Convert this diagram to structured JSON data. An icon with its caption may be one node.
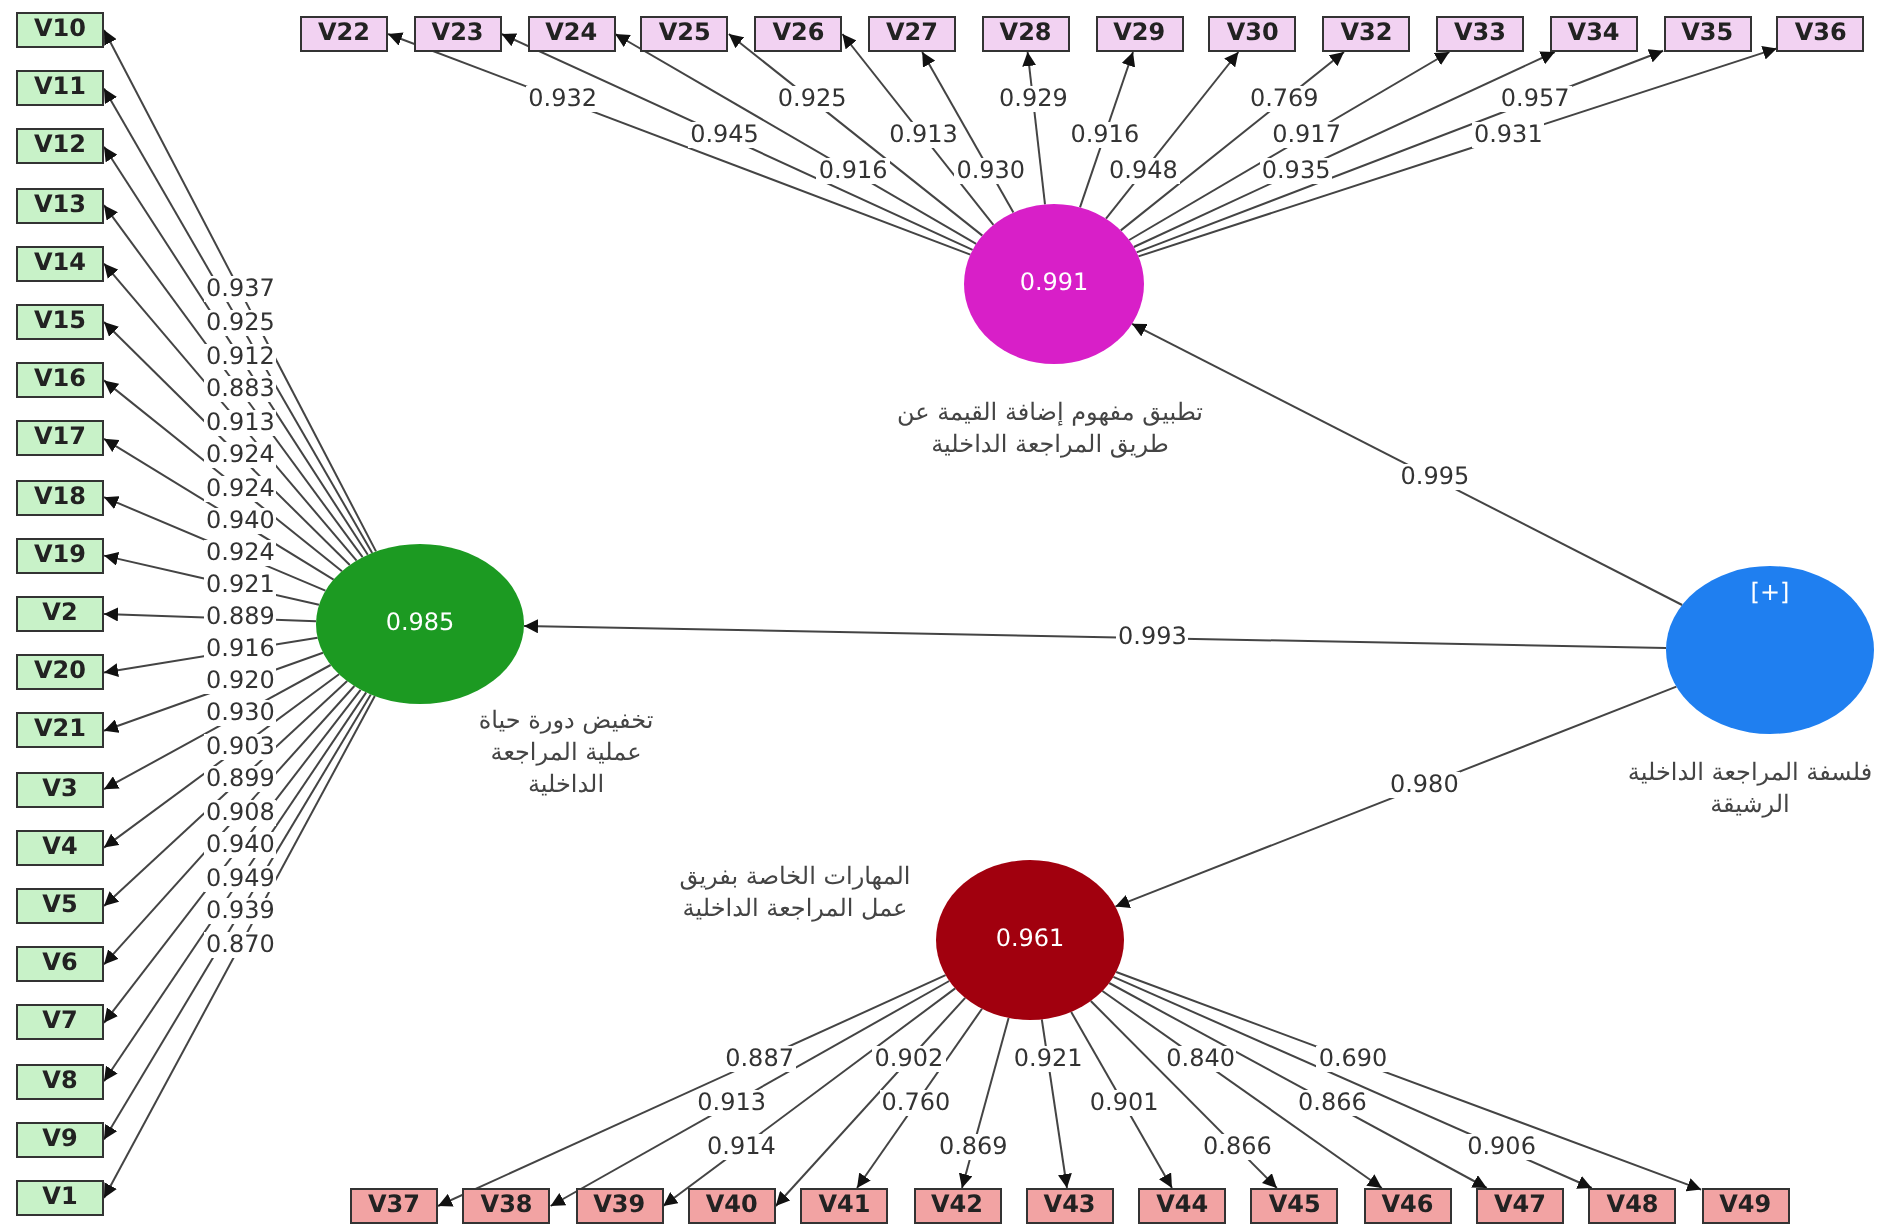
{
  "diagram": {
    "nodes": [
      {
        "text": [
          "0.991"
        ],
        "beside": [
          "تطبيق مفهوم إضافة القيمة عن طريق المراجعة الداخلية"
        ]
      },
      {
        "text": [
          "0.985"
        ],
        "beside": [
          "تخفيض دورة حياة عملية المراجعة الداخلية"
        ]
      },
      {
        "text": [
          "[+]"
        ],
        "beside": [
          "فلسفة المراجعة الداخلية الرشيقة"
        ]
      },
      {
        "text": [
          "0.961"
        ],
        "beside": [
          "المهارات الخاصة بفريق عمل المراجعة الداخلية"
        ]
      },
      {
        "text": [
          "V10"
        ]
      },
      {
        "text": [
          "V11"
        ]
      },
      {
        "text": [
          "V12"
        ]
      },
      {
        "text": [
          "V13"
        ]
      },
      {
        "text": [
          "V14"
        ]
      },
      {
        "text": [
          "V15"
        ]
      },
      {
        "text": [
          "V16"
        ]
      },
      {
        "text": [
          "V17"
        ]
      },
      {
        "text": [
          "V18"
        ]
      },
      {
        "text": [
          "V19"
        ]
      },
      {
        "text": [
          "V2"
        ]
      },
      {
        "text": [
          "V20"
        ]
      },
      {
        "text": [
          "V21"
        ]
      },
      {
        "text": [
          "V3"
        ]
      },
      {
        "text": [
          "V4"
        ]
      },
      {
        "text": [
          "V5"
        ]
      },
      {
        "text": [
          "V6"
        ]
      },
      {
        "text": [
          "V7"
        ]
      },
      {
        "text": [
          "V8"
        ]
      },
      {
        "text": [
          "V9"
        ]
      },
      {
        "text": [
          "V1"
        ]
      },
      {
        "text": [
          "V22"
        ]
      },
      {
        "text": [
          "V23"
        ]
      },
      {
        "text": [
          "V24"
        ]
      },
      {
        "text": [
          "V25"
        ]
      },
      {
        "text": [
          "V26"
        ]
      },
      {
        "text": [
          "V27"
        ]
      },
      {
        "text": [
          "V28"
        ]
      },
      {
        "text": [
          "V29"
        ]
      },
      {
        "text": [
          "V30"
        ]
      },
      {
        "text": [
          "V32"
        ]
      },
      {
        "text": [
          "V33"
        ]
      },
      {
        "text": [
          "V34"
        ]
      },
      {
        "text": [
          "V35"
        ]
      },
      {
        "text": [
          "V36"
        ]
      },
      {
        "text": [
          "V37"
        ]
      },
      {
        "text": [
          "V38"
        ]
      },
      {
        "text": [
          "V39"
        ]
      },
      {
        "text": [
          "V40"
        ]
      },
      {
        "text": [
          "V41"
        ]
      },
      {
        "text": [
          "V42"
        ]
      },
      {
        "text": [
          "V43"
        ]
      },
      {
        "text": [
          "V44"
        ]
      },
      {
        "text": [
          "V45"
        ]
      },
      {
        "text": [
          "V46"
        ]
      },
      {
        "text": [
          "V47"
        ]
      },
      {
        "text": [
          "V48"
        ]
      },
      {
        "text": [
          "V49"
        ]
      }
    ],
    "edges": [
      {
        "from": 2,
        "to": 0,
        "arrow": "to",
        "label": "0.995"
      },
      {
        "from": 2,
        "to": 1,
        "arrow": "to",
        "label": "0.993"
      },
      {
        "from": 2,
        "to": 3,
        "arrow": "to",
        "label": "0.980"
      },
      {
        "from": 1,
        "to": 4,
        "arrow": "to",
        "label": "0.937"
      },
      {
        "from": 1,
        "to": 5,
        "arrow": "to",
        "label": "0.925"
      },
      {
        "from": 1,
        "to": 6,
        "arrow": "to",
        "label": "0.912"
      },
      {
        "from": 1,
        "to": 7,
        "arrow": "to",
        "label": "0.883"
      },
      {
        "from": 1,
        "to": 8,
        "arrow": "to",
        "label": "0.913"
      },
      {
        "from": 1,
        "to": 9,
        "arrow": "to",
        "label": "0.924"
      },
      {
        "from": 1,
        "to": 10,
        "arrow": "to",
        "label": "0.924"
      },
      {
        "from": 1,
        "to": 11,
        "arrow": "to",
        "label": "0.940"
      },
      {
        "from": 1,
        "to": 12,
        "arrow": "to",
        "label": "0.924"
      },
      {
        "from": 1,
        "to": 13,
        "arrow": "to",
        "label": "0.921"
      },
      {
        "from": 1,
        "to": 14,
        "arrow": "to",
        "label": "0.889"
      },
      {
        "from": 1,
        "to": 15,
        "arrow": "to",
        "label": "0.916"
      },
      {
        "from": 1,
        "to": 16,
        "arrow": "to",
        "label": "0.920"
      },
      {
        "from": 1,
        "to": 17,
        "arrow": "to",
        "label": "0.930"
      },
      {
        "from": 1,
        "to": 18,
        "arrow": "to",
        "label": "0.903"
      },
      {
        "from": 1,
        "to": 19,
        "arrow": "to",
        "label": "0.899"
      },
      {
        "from": 1,
        "to": 20,
        "arrow": "to",
        "label": "0.908"
      },
      {
        "from": 1,
        "to": 21,
        "arrow": "to",
        "label": "0.940"
      },
      {
        "from": 1,
        "to": 22,
        "arrow": "to",
        "label": "0.949"
      },
      {
        "from": 1,
        "to": 23,
        "arrow": "to",
        "label": "0.939"
      },
      {
        "from": 1,
        "to": 24,
        "arrow": "to",
        "label": "0.870"
      },
      {
        "from": 0,
        "to": 25,
        "arrow": "to",
        "label": "0.932"
      },
      {
        "from": 0,
        "to": 26,
        "arrow": "to",
        "label": "0.945"
      },
      {
        "from": 0,
        "to": 27,
        "arrow": "to",
        "label": "0.916"
      },
      {
        "from": 0,
        "to": 28,
        "arrow": "to",
        "label": "0.925"
      },
      {
        "from": 0,
        "to": 29,
        "arrow": "to",
        "label": "0.913"
      },
      {
        "from": 0,
        "to": 30,
        "arrow": "to",
        "label": "0.930"
      },
      {
        "from": 0,
        "to": 31,
        "arrow": "to",
        "label": "0.929"
      },
      {
        "from": 0,
        "to": 32,
        "arrow": "to",
        "label": "0.916"
      },
      {
        "from": 0,
        "to": 33,
        "arrow": "to",
        "label": "0.948"
      },
      {
        "from": 0,
        "to": 34,
        "arrow": "to",
        "label": "0.769"
      },
      {
        "from": 0,
        "to": 35,
        "arrow": "to",
        "label": "0.917"
      },
      {
        "from": 0,
        "to": 36,
        "arrow": "to",
        "label": "0.935"
      },
      {
        "from": 0,
        "to": 37,
        "arrow": "to",
        "label": "0.957"
      },
      {
        "from": 0,
        "to": 38,
        "arrow": "to",
        "label": "0.931"
      },
      {
        "from": 3,
        "to": 39,
        "arrow": "to",
        "label": "0.887"
      },
      {
        "from": 3,
        "to": 40,
        "arrow": "to",
        "label": "0.913"
      },
      {
        "from": 3,
        "to": 41,
        "arrow": "to",
        "label": "0.914"
      },
      {
        "from": 3,
        "to": 42,
        "arrow": "to",
        "label": "0.902"
      },
      {
        "from": 3,
        "to": 43,
        "arrow": "to",
        "label": "0.760"
      },
      {
        "from": 3,
        "to": 44,
        "arrow": "to",
        "label": "0.869"
      },
      {
        "from": 3,
        "to": 45,
        "arrow": "to",
        "label": "0.921"
      },
      {
        "from": 3,
        "to": 46,
        "arrow": "to",
        "label": "0.901"
      },
      {
        "from": 3,
        "to": 47,
        "arrow": "to",
        "label": "0.866"
      },
      {
        "from": 3,
        "to": 48,
        "arrow": "to",
        "label": "0.840"
      },
      {
        "from": 3,
        "to": 49,
        "arrow": "to",
        "label": "0.866"
      },
      {
        "from": 3,
        "to": 50,
        "arrow": "to",
        "label": "0.906"
      },
      {
        "from": 3,
        "to": 51,
        "arrow": "to",
        "label": "0.690"
      }
    ]
  }
}
